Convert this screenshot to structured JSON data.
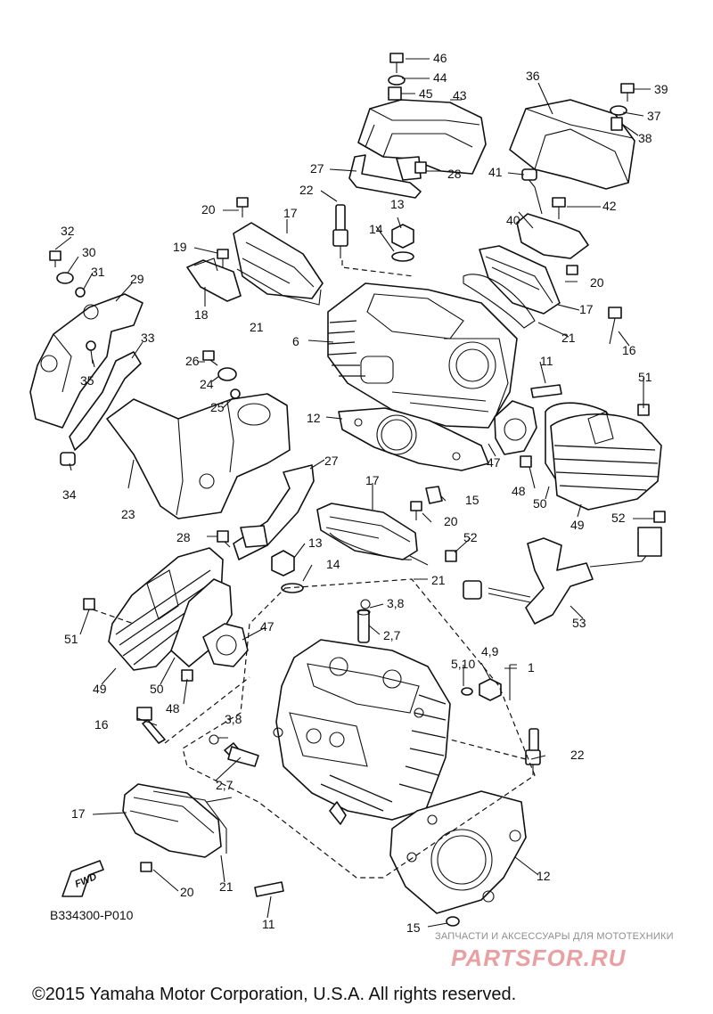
{
  "diagram": {
    "reference_code": "B334300-P010",
    "fwd_label": "FWD",
    "copyright": "©2015 Yamaha Motor Corporation, U.S.A. All rights reserved.",
    "callouts": [
      "46",
      "44",
      "45",
      "43",
      "36",
      "39",
      "37",
      "38",
      "27",
      "28",
      "41",
      "42",
      "22",
      "20",
      "17",
      "13",
      "14",
      "40",
      "19",
      "32",
      "30",
      "31",
      "29",
      "18",
      "21",
      "20",
      "17",
      "6",
      "21",
      "16",
      "33",
      "26",
      "35",
      "24",
      "25",
      "11",
      "51",
      "12",
      "47",
      "48",
      "50",
      "49",
      "34",
      "23",
      "27",
      "15",
      "17",
      "20",
      "52",
      "52",
      "28",
      "13",
      "14",
      "21",
      "53",
      "3,8",
      "51",
      "2,7",
      "4,9",
      "5,10",
      "1",
      "47",
      "49",
      "50",
      "48",
      "16",
      "3,8",
      "22",
      "2,7",
      "17",
      "21",
      "20",
      "12",
      "11",
      "15"
    ]
  },
  "watermark": {
    "tagline": "ЗАПЧАСТИ И АКСЕССУАРЫ ДЛЯ МОТОТЕХНИКИ",
    "brand": "PARTSFOR.RU"
  }
}
